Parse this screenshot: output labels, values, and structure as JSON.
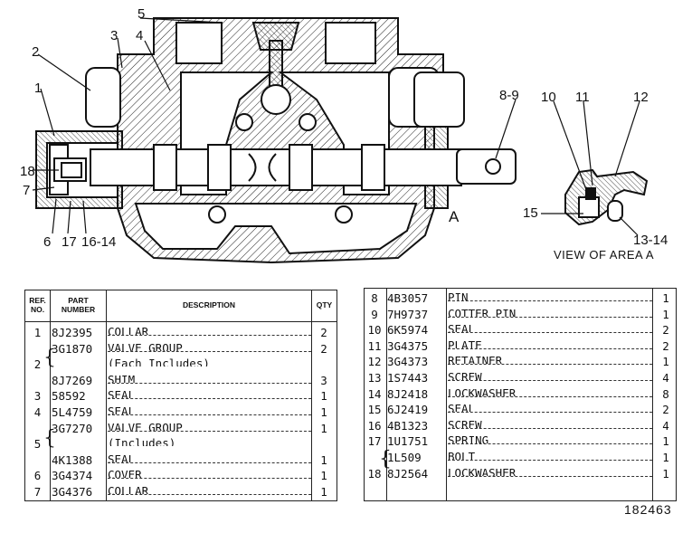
{
  "callouts": {
    "c1": "1",
    "c2": "2",
    "c3": "3",
    "c4": "4",
    "c5": "5",
    "c6": "6",
    "c7": "7",
    "c17": "17",
    "c16_14": "16-14",
    "c18": "18",
    "c8_9": "8-9",
    "c10": "10",
    "c11": "11",
    "c12": "12",
    "c13_14": "13-14",
    "c15": "15",
    "cA": "A"
  },
  "view_caption": "VIEW OF AREA A",
  "left_table": {
    "headers": {
      "ref": "REF. NO.",
      "part": "PART NUMBER",
      "desc": "DESCRIPTION",
      "qty": "QTY"
    },
    "rows": [
      {
        "no": "1",
        "part": "8J2395",
        "desc": "COLLAR",
        "qty": "2"
      },
      {
        "no": "",
        "part": "3G1870",
        "desc": "VALVE GROUP",
        "qty": "2"
      },
      {
        "no": "2",
        "part": "",
        "desc": "(Each Includes)",
        "qty": ""
      },
      {
        "no": "",
        "part": "8J7269",
        "desc": "SHIM",
        "qty": "3"
      },
      {
        "no": "3",
        "part": "58592",
        "desc": "SEAL",
        "qty": "1"
      },
      {
        "no": "4",
        "part": "5L4759",
        "desc": "SEAL",
        "qty": "1"
      },
      {
        "no": "",
        "part": "3G7270",
        "desc": "VALVE GROUP",
        "qty": "1"
      },
      {
        "no": "5",
        "part": "",
        "desc": "(Includes)",
        "qty": ""
      },
      {
        "no": "",
        "part": "4K1388",
        "desc": "SEAL",
        "qty": "1"
      },
      {
        "no": "6",
        "part": "3G4374",
        "desc": "COVER",
        "qty": "1"
      },
      {
        "no": "7",
        "part": "3G4376",
        "desc": "COLLAR",
        "qty": "1"
      }
    ]
  },
  "right_table": {
    "rows": [
      {
        "no": "8",
        "part": "4B3057",
        "desc": "PIN",
        "qty": "1"
      },
      {
        "no": "9",
        "part": "7H9737",
        "desc": "COTTER PIN",
        "qty": "1"
      },
      {
        "no": "10",
        "part": "6K5974",
        "desc": "SEAL",
        "qty": "2"
      },
      {
        "no": "11",
        "part": "3G4375",
        "desc": "PLATE",
        "qty": "2"
      },
      {
        "no": "12",
        "part": "3G4373",
        "desc": "RETAINER",
        "qty": "1"
      },
      {
        "no": "13",
        "part": "1S7443",
        "desc": "SCREW",
        "qty": "4"
      },
      {
        "no": "14",
        "part": "8J2418",
        "desc": "LOCKWASHER",
        "qty": "8"
      },
      {
        "no": "15",
        "part": "6J2419",
        "desc": "SEAL",
        "qty": "2"
      },
      {
        "no": "16",
        "part": "4B1323",
        "desc": "SCREW",
        "qty": "4"
      },
      {
        "no": "17",
        "part": "1U1751",
        "desc": "SPRING",
        "qty": "1"
      },
      {
        "no": "",
        "part": "1L509",
        "desc": "BOLT",
        "qty": "1"
      },
      {
        "no": "18",
        "part": "8J2564",
        "desc": "LOCKWASHER",
        "qty": "1"
      }
    ]
  },
  "figure_number": "182463"
}
